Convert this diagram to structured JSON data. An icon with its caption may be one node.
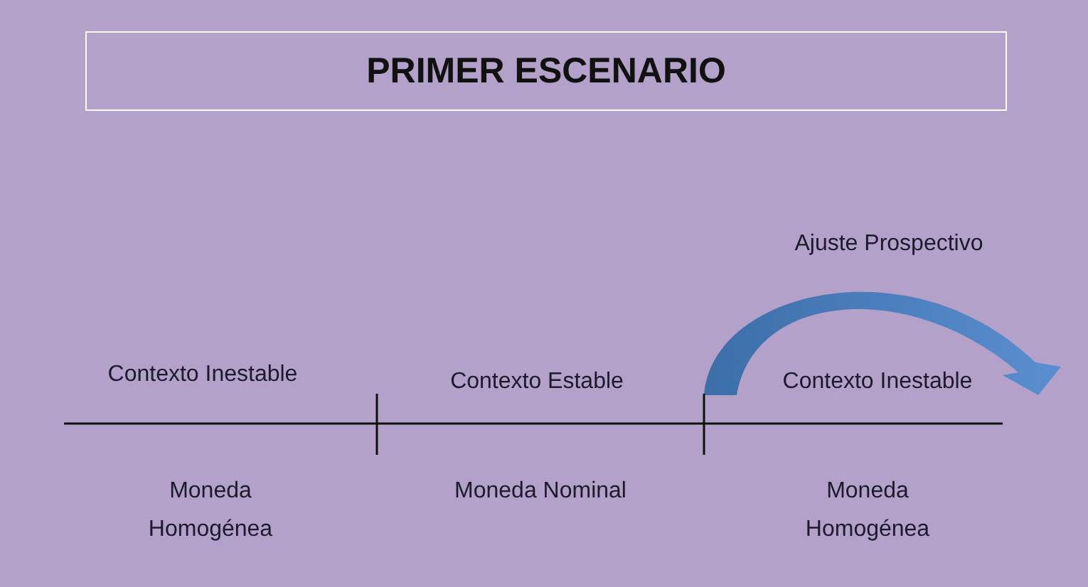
{
  "diagram": {
    "nodes": [
      {
        "text": [
          "PRIMER ESCENARIO"
        ]
      }
    ],
    "edges": [],
    "labels": [
      "Ajuste Prospectivo",
      "Contexto Inestable",
      "Contexto Estable",
      "Contexto Inestable",
      "Moneda Homogénea",
      "Moneda Nominal",
      "Moneda Homogénea"
    ]
  }
}
